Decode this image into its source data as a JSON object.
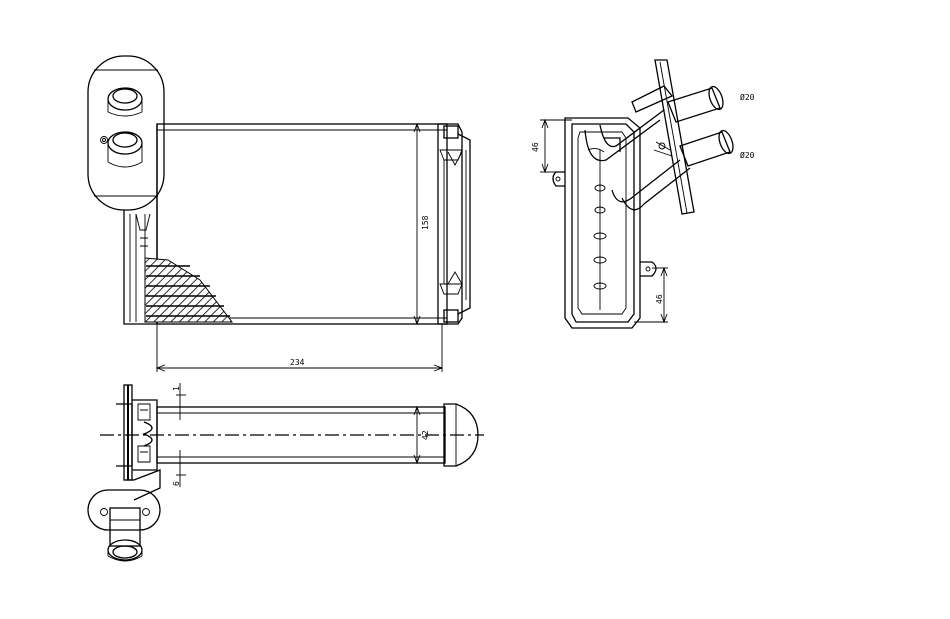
{
  "dimensions": {
    "width": "234",
    "height": "158",
    "depth": "42",
    "pipe_offset_top": "1",
    "pipe_offset_bottom": "6",
    "side_top_dim": "46",
    "side_bottom_dim": "46",
    "pipe_dia_1": "Ø20",
    "pipe_dia_2": "Ø20"
  }
}
